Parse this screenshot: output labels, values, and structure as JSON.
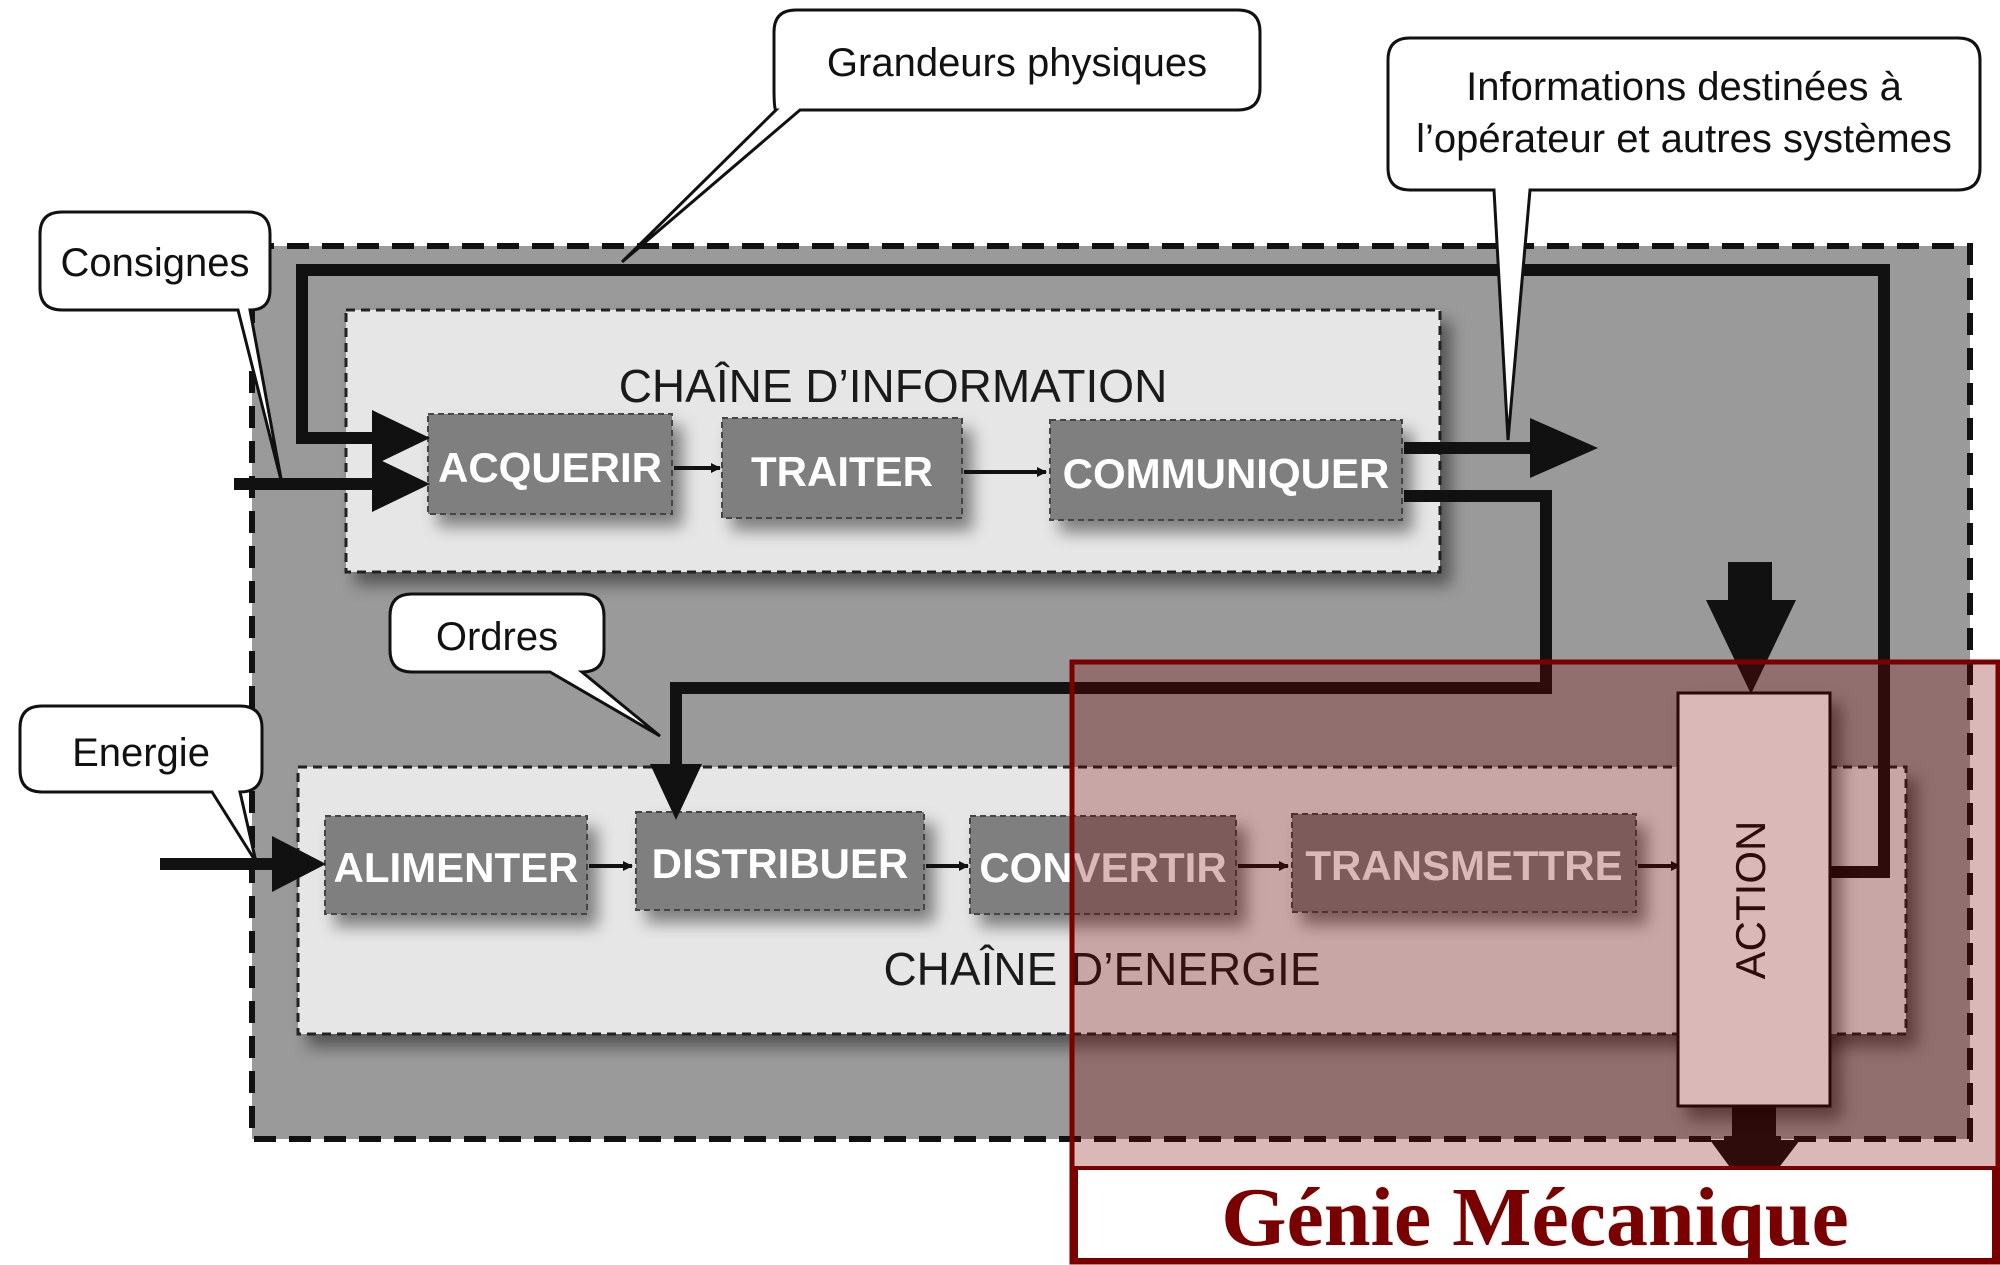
{
  "callouts": {
    "grandeurs": "Grandeurs physiques",
    "informations_line1": "Informations destinées à",
    "informations_line2": "l’opérateur et autres systèmes",
    "consignes": "Consignes",
    "ordres": "Ordres",
    "energie": "Energie"
  },
  "information_chain": {
    "title": "CHAÎNE D’INFORMATION",
    "functions": [
      "ACQUERIR",
      "TRAITER",
      "COMMUNIQUER"
    ]
  },
  "energy_chain": {
    "title": "CHAÎNE D’ENERGIE",
    "functions": [
      "ALIMENTER",
      "DISTRIBUER",
      "CONVERTIR",
      "TRANSMETTRE"
    ]
  },
  "action_label": "ACTION",
  "highlight": {
    "label": "Génie Mécanique",
    "color": "#7a0000"
  }
}
